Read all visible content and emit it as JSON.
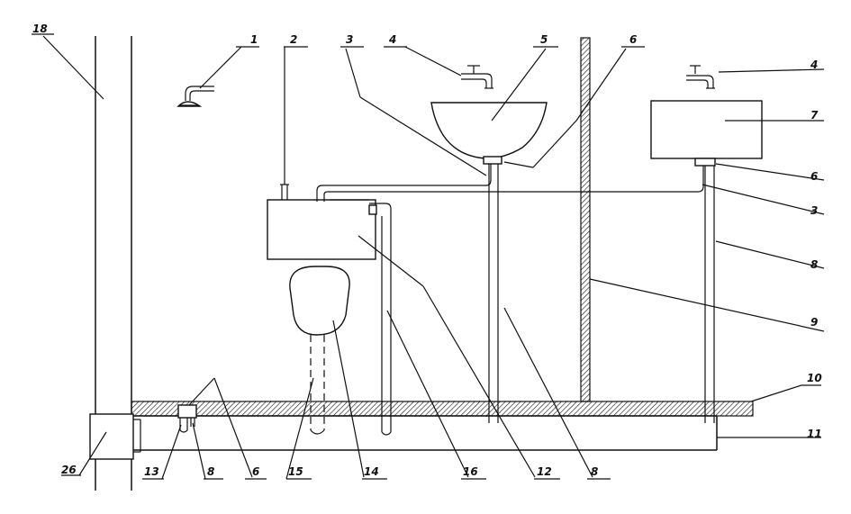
{
  "labels": {
    "l1": "1",
    "l2": "2",
    "l3a": "3",
    "l3b": "3",
    "l4a": "4",
    "l4b": "4",
    "l5": "5",
    "l6a": "6",
    "l6b": "6",
    "l6c": "6",
    "l7": "7",
    "l8a": "8",
    "l8b": "8",
    "l8c": "8",
    "l9": "9",
    "l10": "10",
    "l11": "11",
    "l12": "12",
    "l13": "13",
    "l14": "14",
    "l15": "15",
    "l16": "16",
    "l18": "18",
    "l26": "26"
  }
}
